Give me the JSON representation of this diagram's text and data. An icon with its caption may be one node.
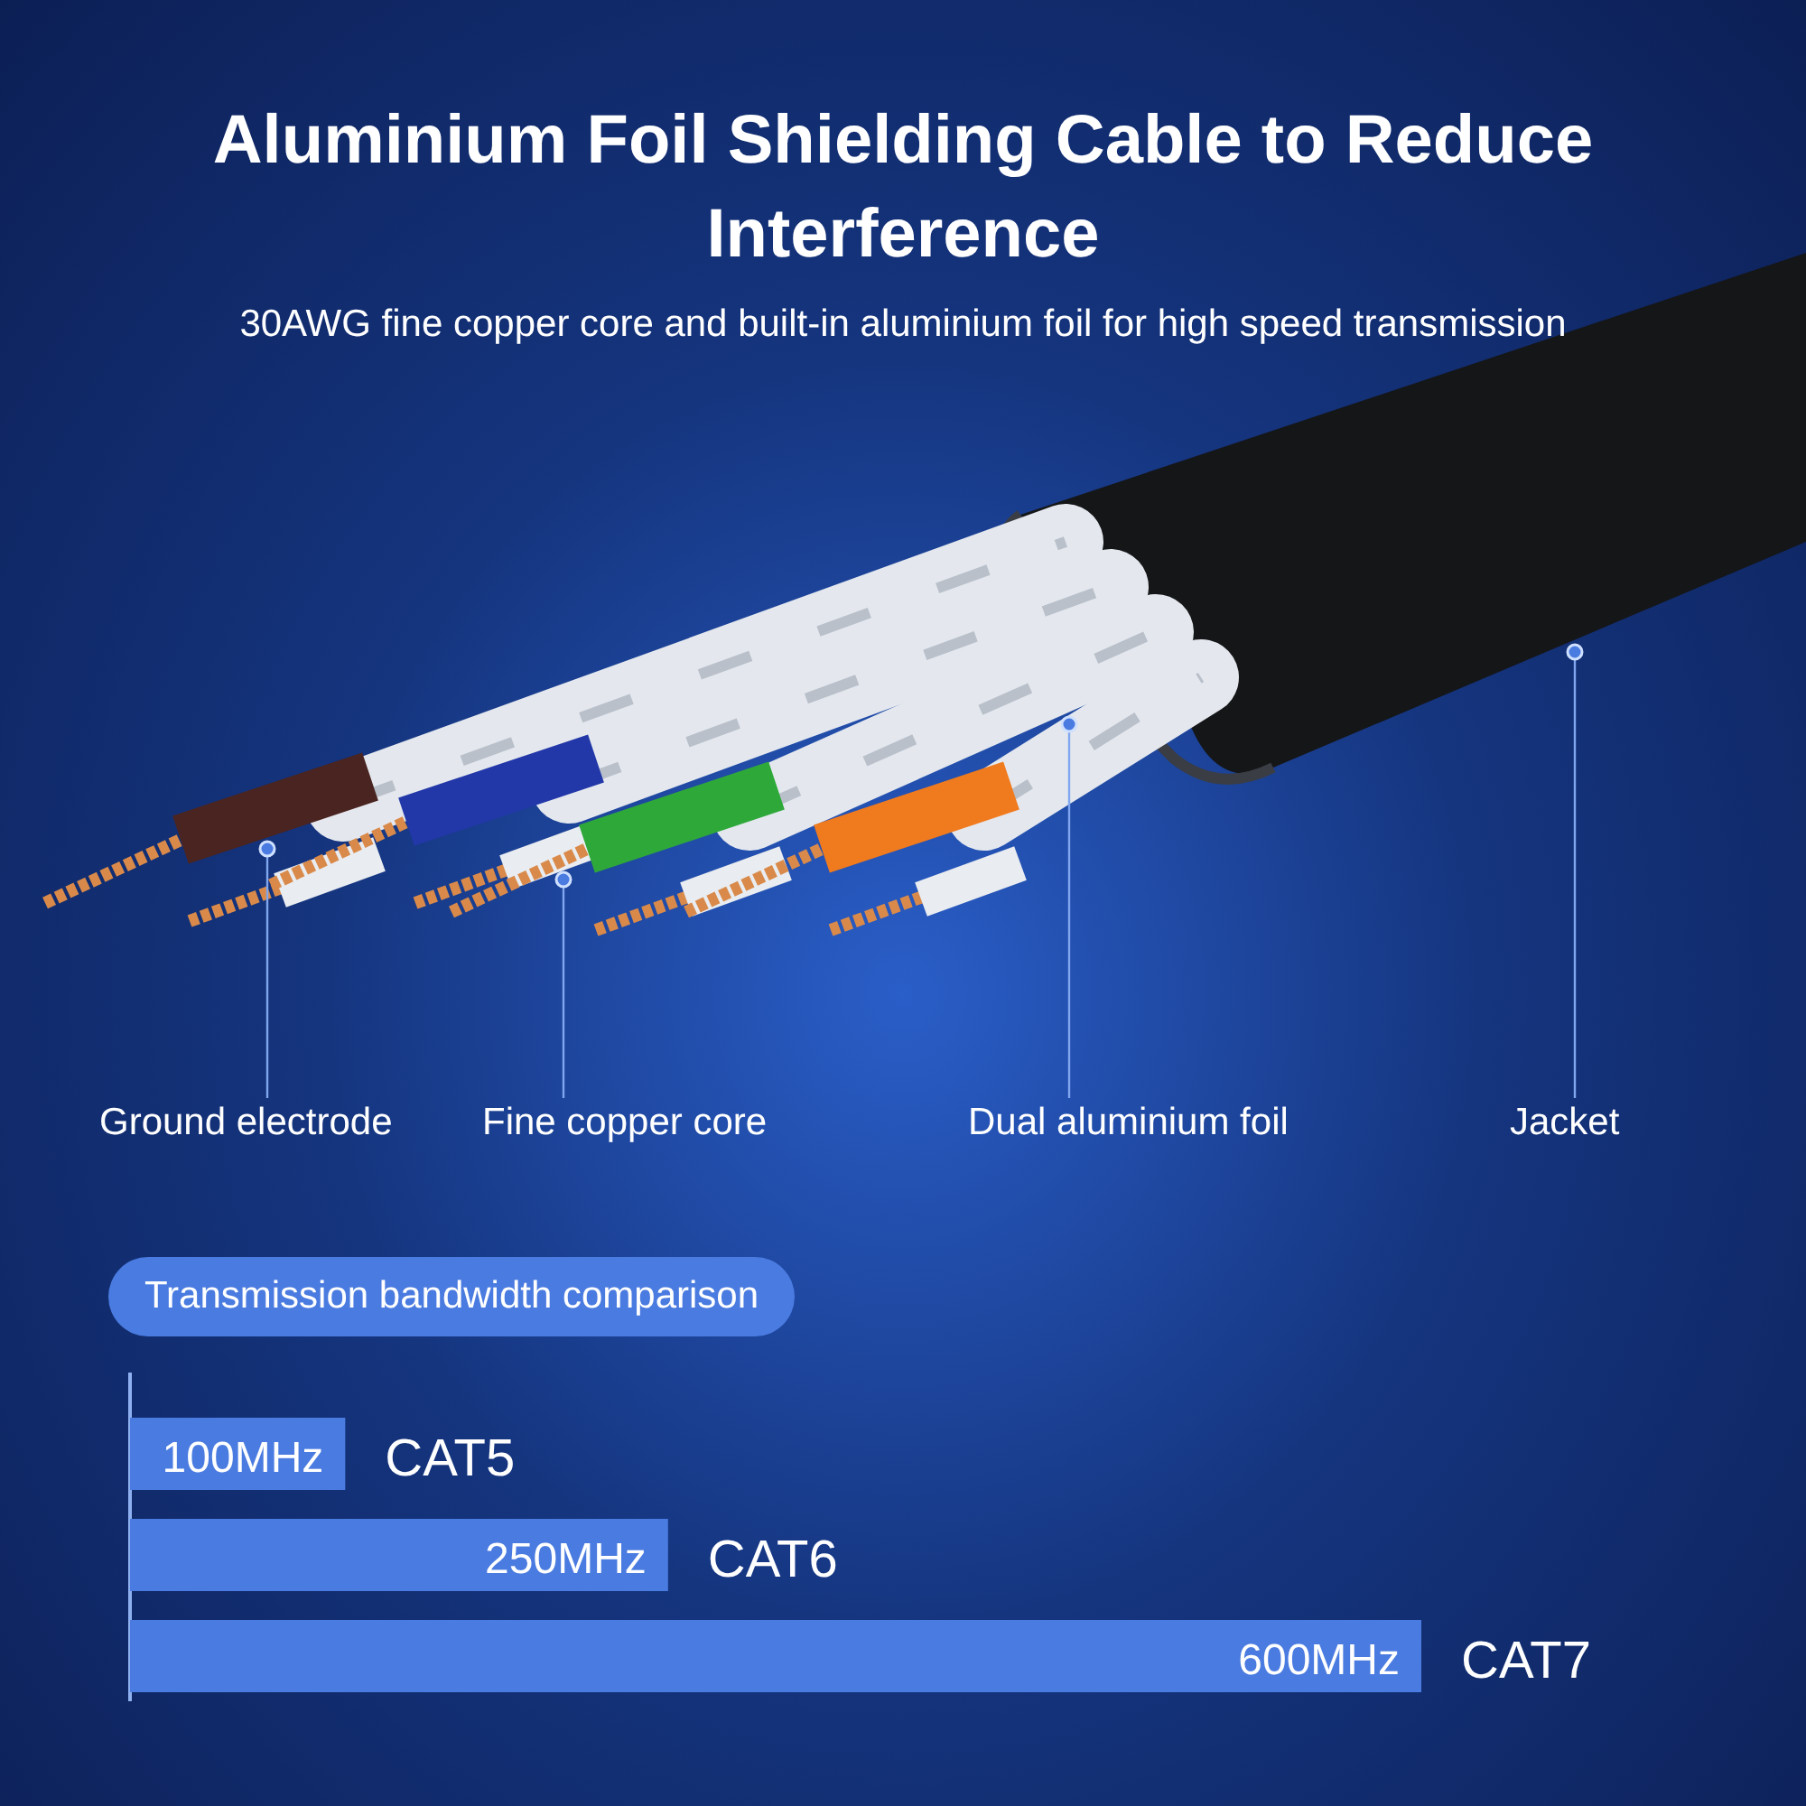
{
  "diagram": {
    "title": "Aluminium Foil Shielding Cable to Reduce Interference",
    "nodes": [
      {
        "text": [
          "Ground electrode"
        ]
      },
      {
        "text": [
          "Fine copper core"
        ]
      },
      {
        "text": [
          "Dual aluminium foil"
        ]
      },
      {
        "text": [
          "Jacket"
        ]
      }
    ],
    "edges": [
      {
        "from": 0,
        "to": null,
        "arrow": "other"
      },
      {
        "from": 1,
        "to": null,
        "arrow": "other"
      },
      {
        "from": 2,
        "to": null,
        "arrow": "other"
      },
      {
        "from": 3,
        "to": null,
        "arrow": "other"
      }
    ],
    "labels": [
      "30AWG fine copper core and built-in aluminium foil for high speed transmission"
    ],
    "chart_data": {
      "type": "bar",
      "orientation": "horizontal",
      "title": "Transmission bandwidth comparison",
      "categories": [
        "CAT5",
        "CAT6",
        "CAT7"
      ],
      "series": [
        {
          "color": "#4a7be0",
          "values": [
            100,
            250,
            600
          ]
        }
      ],
      "data_labels": true,
      "value_labels": [
        "100MHz",
        "250MHz",
        "600MHz"
      ]
    }
  }
}
